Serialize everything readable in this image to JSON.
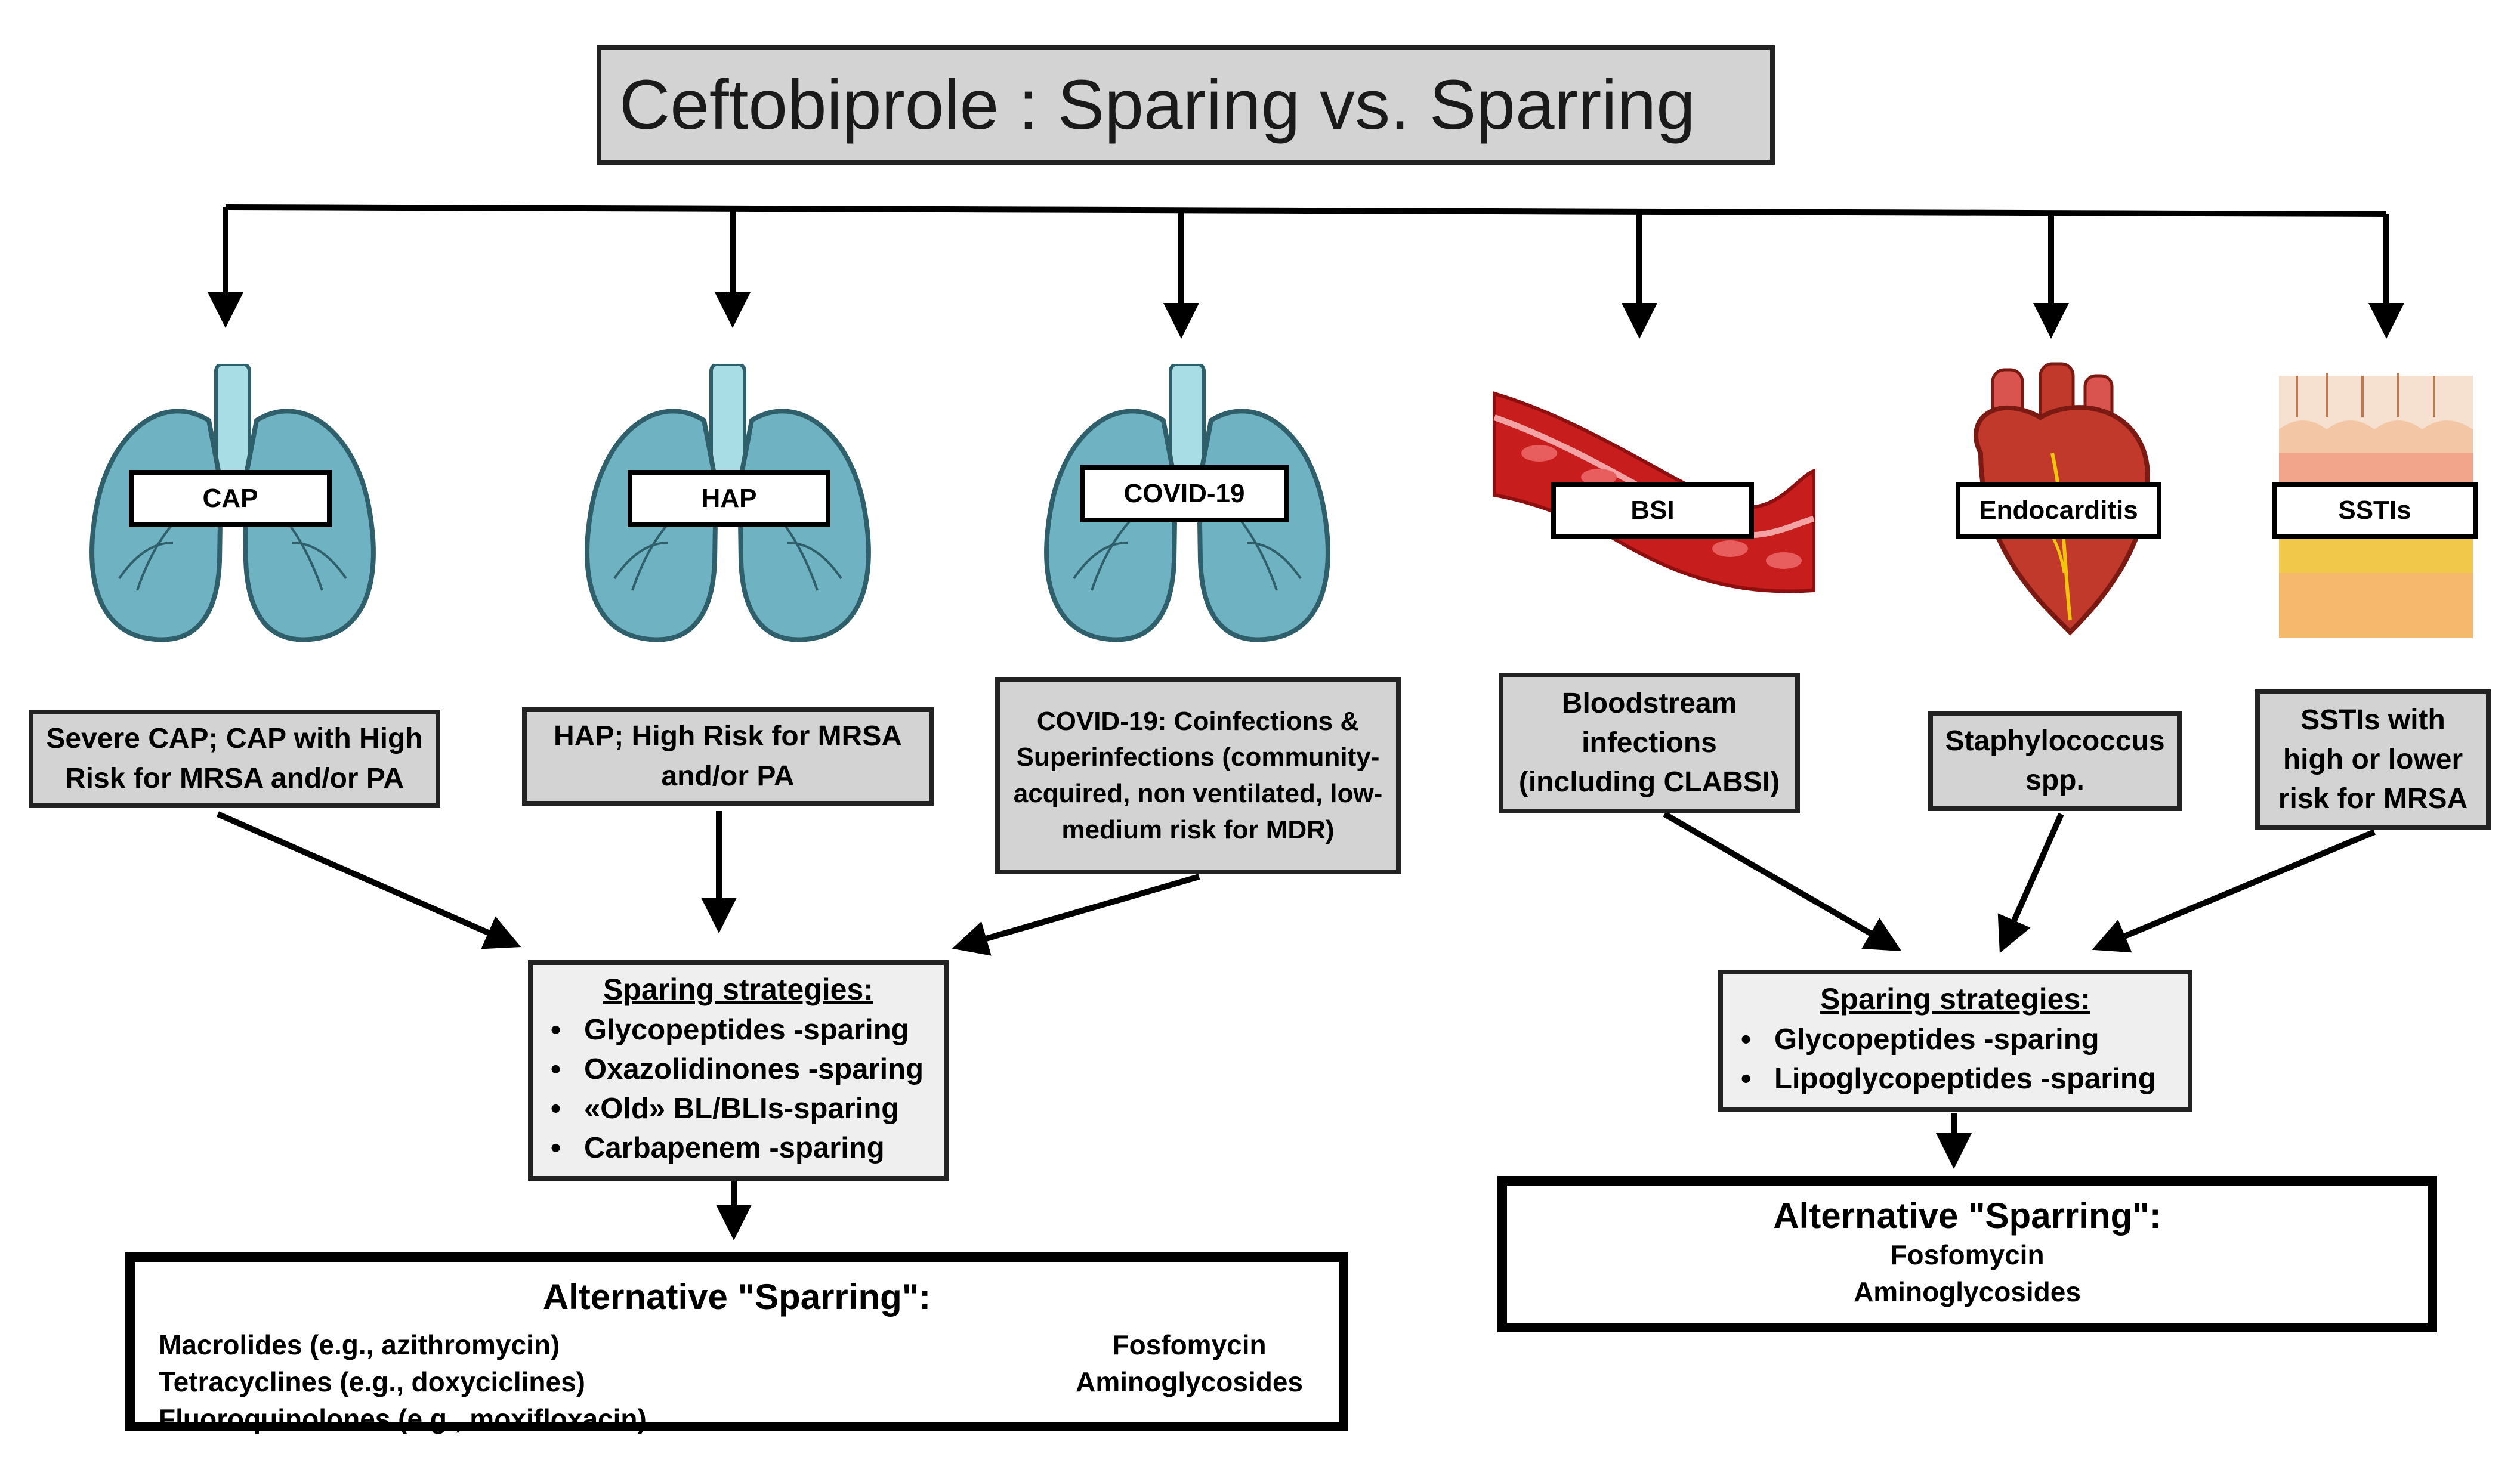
{
  "title": "Ceftobiprole : Sparing vs. Sparring",
  "infections": [
    {
      "label": "CAP",
      "icon": "lungs-icon",
      "description": "Severe CAP; CAP with High Risk for MRSA and/or PA"
    },
    {
      "label": "HAP",
      "icon": "lungs-icon",
      "description": "HAP; High Risk for MRSA and/or PA"
    },
    {
      "label": "COVID-19",
      "icon": "lungs-icon",
      "description": "COVID-19: Coinfections & Superinfections (community-acquired, non ventilated, low-medium risk for MDR)"
    },
    {
      "label": "BSI",
      "icon": "blood-vessel-icon",
      "description": "Bloodstream infections (including CLABSI)"
    },
    {
      "label": "Endocarditis",
      "icon": "heart-icon",
      "description": "Staphylococcus spp."
    },
    {
      "label": "SSTIs",
      "icon": "skin-layers-icon",
      "description": "SSTIs with high or lower risk for MRSA"
    }
  ],
  "left_strategies": {
    "title": "Sparing strategies:",
    "items": [
      "Glycopeptides -sparing",
      "Oxazolidinones -sparing",
      "«Old» BL/BLIs-sparing",
      "Carbapenem -sparing"
    ]
  },
  "right_strategies": {
    "title": "Sparing strategies:",
    "items": [
      "Glycopeptides -sparing",
      "Lipoglycopeptides -sparing"
    ]
  },
  "left_alternatives": {
    "title": "Alternative \"Sparring\":",
    "left_items": [
      "Macrolides (e.g., azithromycin)",
      "Tetracyclines (e.g., doxyciclines)",
      "Fluoroquinolones (e.g., moxifloxacin)"
    ],
    "right_items": [
      "Fosfomycin",
      "Aminoglycosides"
    ]
  },
  "right_alternatives": {
    "title": "Alternative \"Sparring\":",
    "items": [
      "Fosfomycin",
      "Aminoglycosides"
    ]
  },
  "colors": {
    "lung": "#6fb3c3",
    "lung_dark": "#2f5f6b",
    "trachea": "#a9dde6",
    "blood": "#c81d1d",
    "heart": "#c0392b",
    "skin_top": "#f3c7a6",
    "fat": "#f2c84b",
    "box_gray": "#d3d3d3",
    "box_light": "#efefef"
  }
}
